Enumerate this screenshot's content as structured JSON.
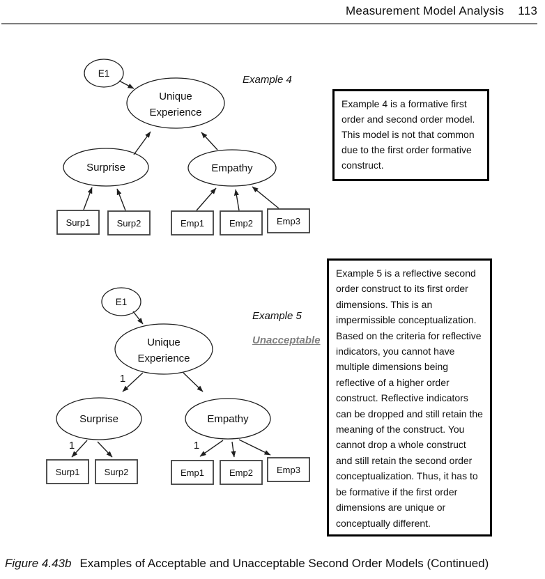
{
  "header": {
    "title": "Measurement Model Analysis",
    "page_number": "113"
  },
  "example4": {
    "title": "Example 4",
    "e1": "E1",
    "second_order_line1": "Unique",
    "second_order_line2": "Experience",
    "dim1": "Surprise",
    "dim2": "Empathy",
    "ind1": "Surp1",
    "ind2": "Surp2",
    "ind3": "Emp1",
    "ind4": "Emp2",
    "ind5": "Emp3",
    "note": "Example 4 is a formative first order and second order model. This model is not that common due to the first order formative construct."
  },
  "example5": {
    "title": "Example 5",
    "status": "Unacceptable",
    "e1": "E1",
    "second_order_line1": "Unique",
    "second_order_line2": "Experience",
    "dim1": "Surprise",
    "dim2": "Empathy",
    "ind1": "Surp1",
    "ind2": "Surp2",
    "ind3": "Emp1",
    "ind4": "Emp2",
    "ind5": "Emp3",
    "loading_uniq_surprise": "1",
    "loading_surprise_surp1": "1",
    "loading_empathy_emp1": "1",
    "note": "Example 5 is a reflective second order construct to its first order dimensions. This is an impermissible conceptualization. Based on the criteria for reflective indicators, you cannot have multiple dimensions being reflective of a higher order construct. Reflective indicators can be dropped and still retain the meaning of the construct. You cannot drop a whole construct and still retain the second order conceptualization. Thus, it has to be formative if the first order dimensions are unique or conceptually different."
  },
  "caption": {
    "figure_label": "Figure 4.43b",
    "text": "Examples of Acceptable and Unacceptable Second Order Models (Continued)"
  },
  "colors": {
    "unacceptable_gray": "#808080",
    "header_rule_gray": "#7d7d7d",
    "note_border_black": "#000000"
  }
}
